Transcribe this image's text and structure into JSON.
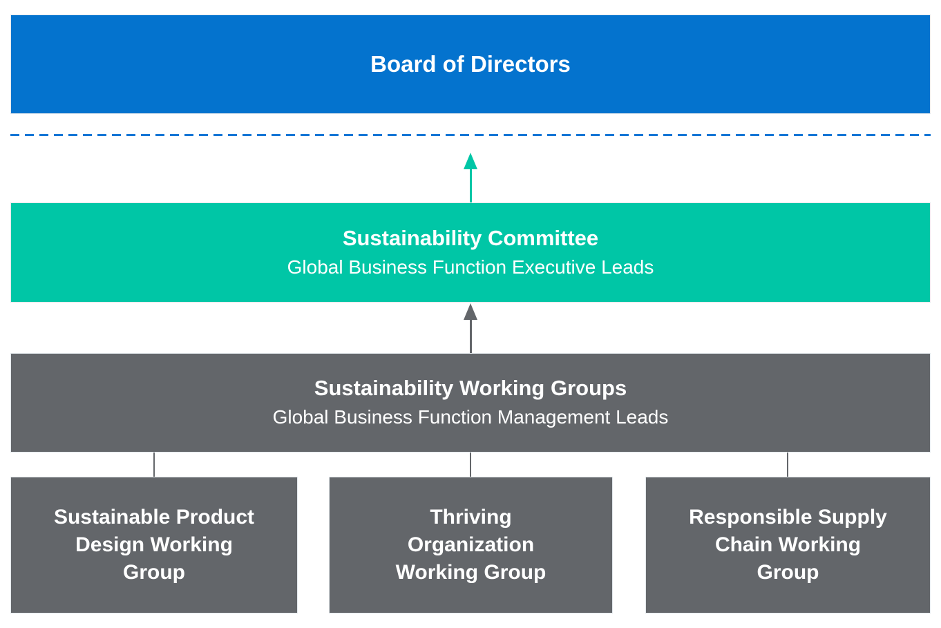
{
  "board": {
    "title": "Board of Directors"
  },
  "committee": {
    "title": "Sustainability Committee",
    "subtitle": "Global Business Function Executive Leads"
  },
  "working_groups": {
    "title": "Sustainability Working Groups",
    "subtitle": "Global Business Function Management Leads"
  },
  "sub_groups": [
    {
      "label": "Sustainable Product\nDesign Working\nGroup"
    },
    {
      "label": "Thriving\nOrganization\nWorking Group"
    },
    {
      "label": "Responsible Supply\nChain Working\nGroup"
    }
  ],
  "colors": {
    "board_blue": "#0473CE",
    "committee_teal": "#00C6A6",
    "working_gray": "#63666A",
    "dashed_line_blue": "#1576D6",
    "text_white": "#FFFFFF"
  }
}
